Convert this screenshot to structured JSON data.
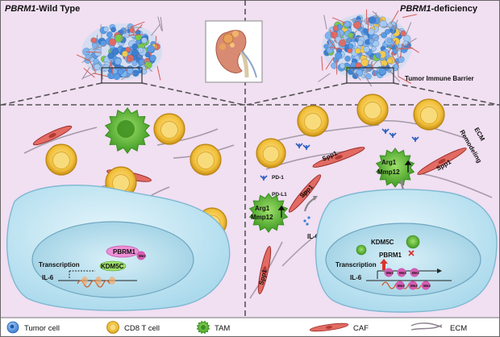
{
  "left_title": {
    "gene": "PBRM1",
    "suffix": "-Wild Type"
  },
  "right_title": {
    "gene": "PBRM1",
    "suffix": "-deficiency"
  },
  "tumor_immune_barrier": "Tumor Immune Barrier",
  "ecm_remodeling": [
    "ECM",
    "Remodeling"
  ],
  "wt_nucleus": {
    "pbrm1": "PBRM1",
    "me3": "Me3",
    "kdm5c": "KDM5C",
    "transcription": "Transcription",
    "il6": "IL-6"
  },
  "def_nucleus": {
    "kdm5c": "KDM5C",
    "pbrm1": "PBRM1",
    "transcription": "Transcription",
    "il6": "IL-6",
    "me3": "Me3"
  },
  "pd1": "PD-1",
  "pdl1": "PD-L1",
  "tam_markers": [
    "Arg1",
    "Mmp12"
  ],
  "spp1": "Spp1",
  "il6_secreted": "IL-6",
  "legend": [
    {
      "label": "Tumor cell",
      "icon": "tumor-cell-icon"
    },
    {
      "label": "CD8 T cell",
      "icon": "cd8-t-cell-icon"
    },
    {
      "label": "TAM",
      "icon": "tam-icon"
    },
    {
      "label": "CAF",
      "icon": "caf-icon"
    },
    {
      "label": "ECM",
      "icon": "ecm-icon"
    }
  ],
  "colors": {
    "panel_bg": "#f1dff2",
    "border": "#555555",
    "tumor_cell": "#5b9be6",
    "cd8": "#f3c94e",
    "tam": "#7ccb45",
    "caf": "#d9534f",
    "nucleus": "#b7e3f2",
    "pbrm1": "#ee8fd6"
  }
}
